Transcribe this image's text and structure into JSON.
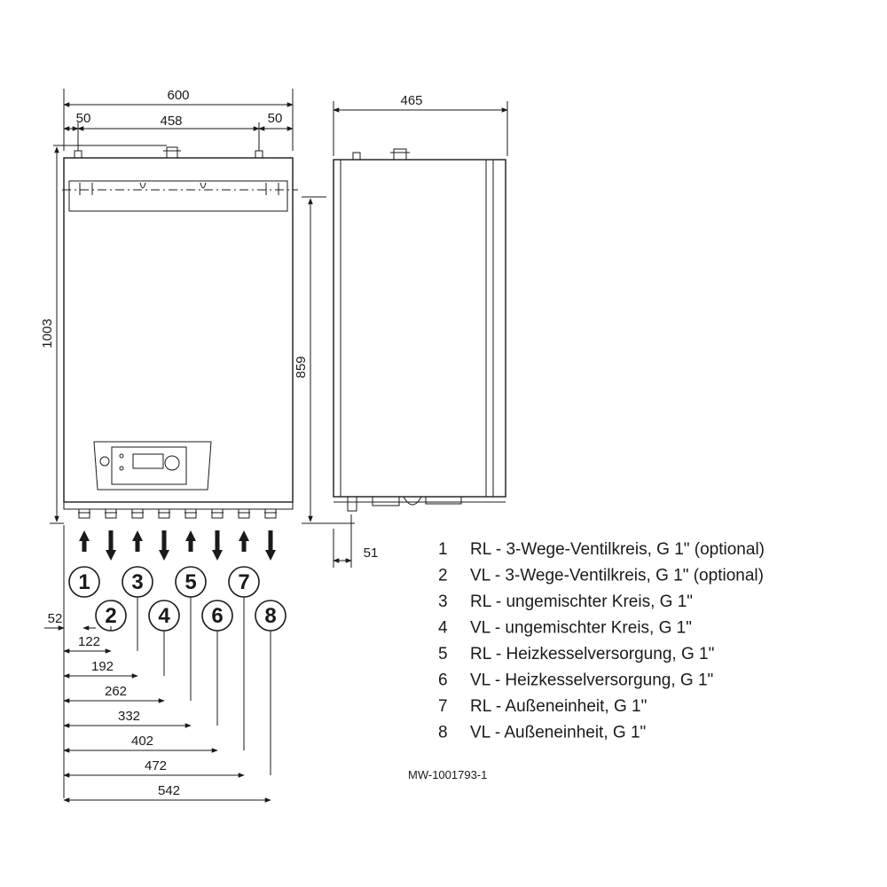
{
  "front_view": {
    "width_total": "600",
    "margin_left": "50",
    "hole_spacing": "458",
    "margin_right": "50",
    "height_total": "1003",
    "height_bracket": "859"
  },
  "side_view": {
    "depth": "465",
    "pipe_offset": "51"
  },
  "connections": {
    "left_offset": "52",
    "distances": [
      "122",
      "192",
      "262",
      "332",
      "402",
      "472",
      "542"
    ]
  },
  "legend": [
    {
      "num": "1",
      "text": "RL - 3-Wege-Ventilkreis, G 1\" (optional)"
    },
    {
      "num": "2",
      "text": "VL - 3-Wege-Ventilkreis, G 1\" (optional)"
    },
    {
      "num": "3",
      "text": "RL - ungemischter Kreis, G 1\""
    },
    {
      "num": "4",
      "text": "VL - ungemischter Kreis, G 1\""
    },
    {
      "num": "5",
      "text": "RL - Heizkesselversorgung, G 1\""
    },
    {
      "num": "6",
      "text": "VL - Heizkesselversorgung, G 1\""
    },
    {
      "num": "7",
      "text": "RL - Außeneinheit, G 1\""
    },
    {
      "num": "8",
      "text": "VL - Außeneinheit, G 1\""
    }
  ],
  "drawing_code": "MW-1001793-1"
}
